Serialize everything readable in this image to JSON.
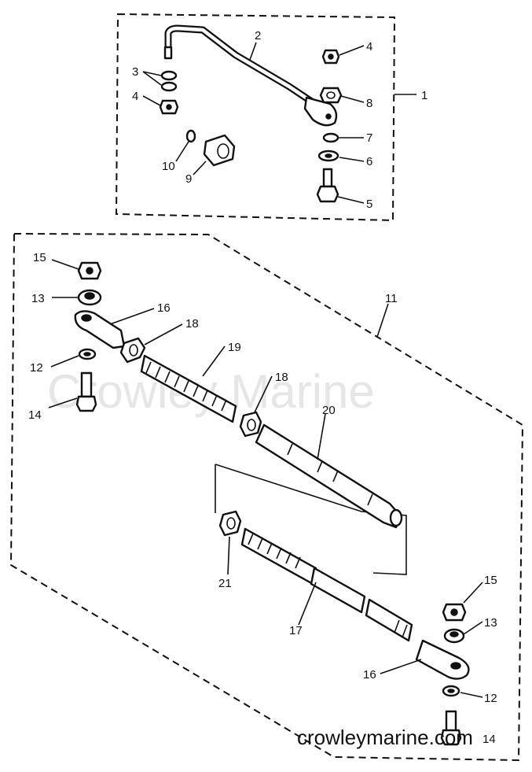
{
  "watermark": "Crowley Marine",
  "footer_url": "crowleymarine.com",
  "callouts": {
    "c1": "1",
    "c2": "2",
    "c3": "3",
    "c4a": "4",
    "c4b": "4",
    "c5": "5",
    "c6": "6",
    "c7": "7",
    "c8": "8",
    "c9": "9",
    "c10": "10",
    "c11": "11",
    "c12a": "12",
    "c12b": "12",
    "c13a": "13",
    "c13b": "13",
    "c14a": "14",
    "c14b": "14",
    "c15a": "15",
    "c15b": "15",
    "c16a": "16",
    "c16b": "16",
    "c17": "17",
    "c18a": "18",
    "c18b": "18",
    "c19": "19",
    "c20": "20",
    "c21": "21"
  }
}
